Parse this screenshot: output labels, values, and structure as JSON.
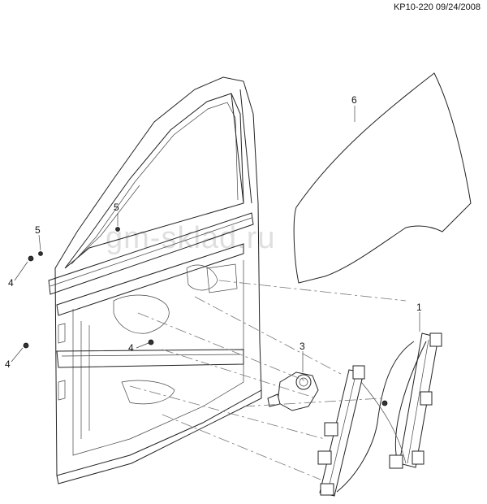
{
  "header": {
    "code": "KP10-220 09/24/2008"
  },
  "watermark": {
    "text": "gm-sklad.ru"
  },
  "callouts": [
    {
      "id": "c1",
      "label": "1"
    },
    {
      "id": "c3",
      "label": "3"
    },
    {
      "id": "c4a",
      "label": "4"
    },
    {
      "id": "c4b",
      "label": "4"
    },
    {
      "id": "c4c",
      "label": "4"
    },
    {
      "id": "c5a",
      "label": "5"
    },
    {
      "id": "c5b",
      "label": "5"
    },
    {
      "id": "c6",
      "label": "6"
    }
  ]
}
